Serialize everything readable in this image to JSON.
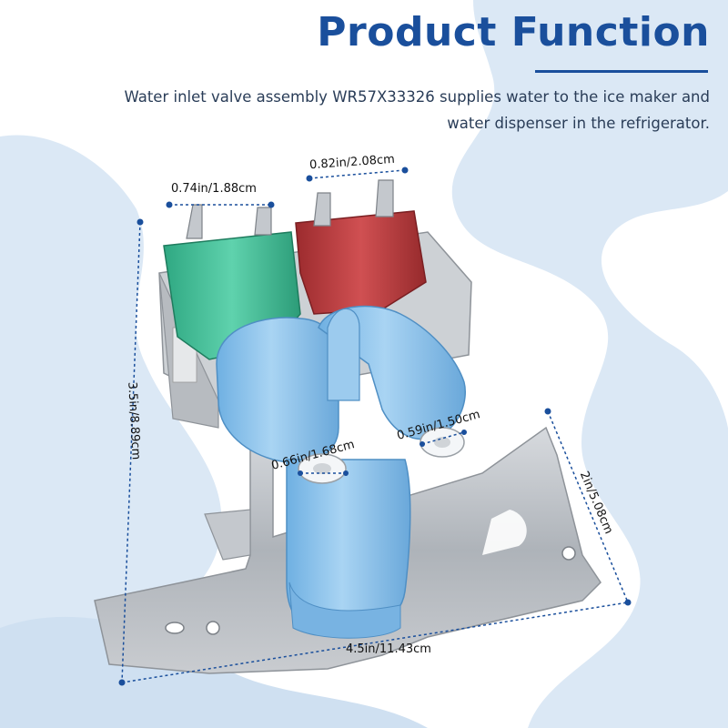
{
  "header": {
    "title": "Product Function",
    "description_line1": "Water inlet valve assembly WR57X33326 supplies water to the ice maker and",
    "description_line2": "water dispenser in the refrigerator."
  },
  "dimensions": {
    "valve_left_width": "0.74in/1.88cm",
    "valve_right_width": "0.82in/2.08cm",
    "height": "3.5in/8.89cm",
    "outlet_left": "0.66in/1.68cm",
    "outlet_right": "0.59in/1.50cm",
    "bracket_depth": "2in/5.08cm",
    "total_width": "4.5in/11.43cm"
  },
  "colors": {
    "brand": "#1a4f9c",
    "background_blob": "#dbe8f5",
    "valve_body": "#8ec4ec",
    "solenoid_green": "#38b894",
    "solenoid_red": "#b83a3c",
    "bracket": "#b9bdc2"
  }
}
